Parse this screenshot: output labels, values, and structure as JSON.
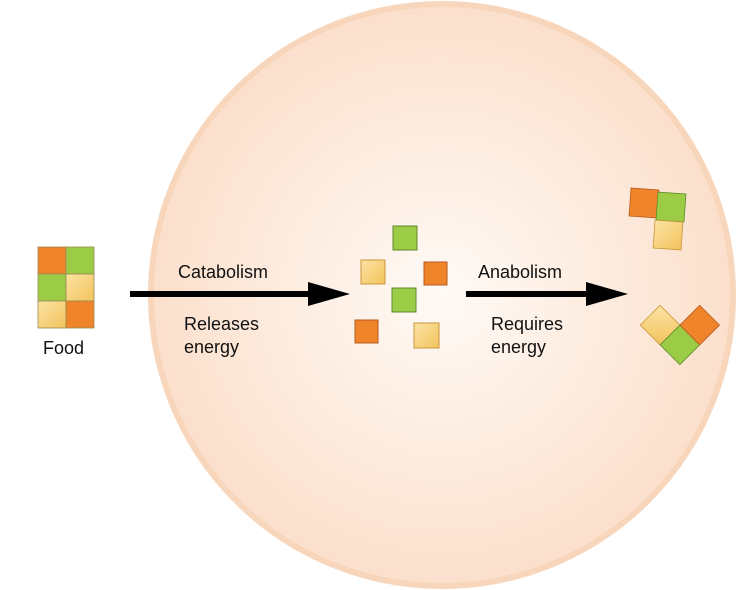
{
  "labels": {
    "food": "Food",
    "catabolism": "Catabolism",
    "catabolism_note_1": "Releases",
    "catabolism_note_2": "energy",
    "anabolism": "Anabolism",
    "anabolism_note_1": "Requires",
    "anabolism_note_2": "energy"
  },
  "colors": {
    "cell_fill": "#fde9d9",
    "cell_border": "#f9d9bf",
    "orange": "#f0842a",
    "green": "#9ccb45",
    "yellow": "#f6cf73",
    "arrow": "#000000"
  }
}
